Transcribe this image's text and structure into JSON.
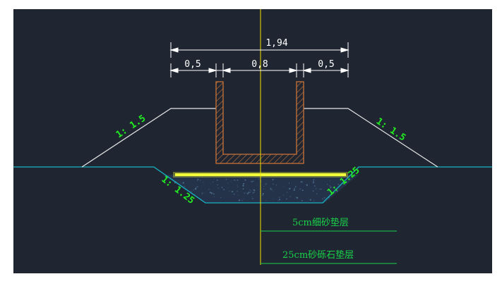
{
  "colors": {
    "background": "#1f2631",
    "page": "#ffffff",
    "ground_line": "#19b3c4",
    "outline": "#e6e6e6",
    "dimension": "#ffffff",
    "center_line": "#f0e100",
    "hatch": "#c9743a",
    "sand_layer": "#f4ff3a",
    "gravel_fill": "#24324a",
    "slope_label": "#22ee22",
    "layer_label": "#19d24a",
    "leader_line": "#19d24a"
  },
  "dimensions": {
    "overall": "1,94",
    "left_offset": "0,5",
    "channel_width": "0,8",
    "right_offset": "0,5"
  },
  "slopes": {
    "left_embankment": "1: 1.5",
    "right_embankment": "1: 1.5",
    "left_trench": "1: 1.25",
    "right_trench": "1: 1.25"
  },
  "layers": {
    "sand": "5cm细砂垫层",
    "gravel": "25cm砂砾石垫层"
  }
}
